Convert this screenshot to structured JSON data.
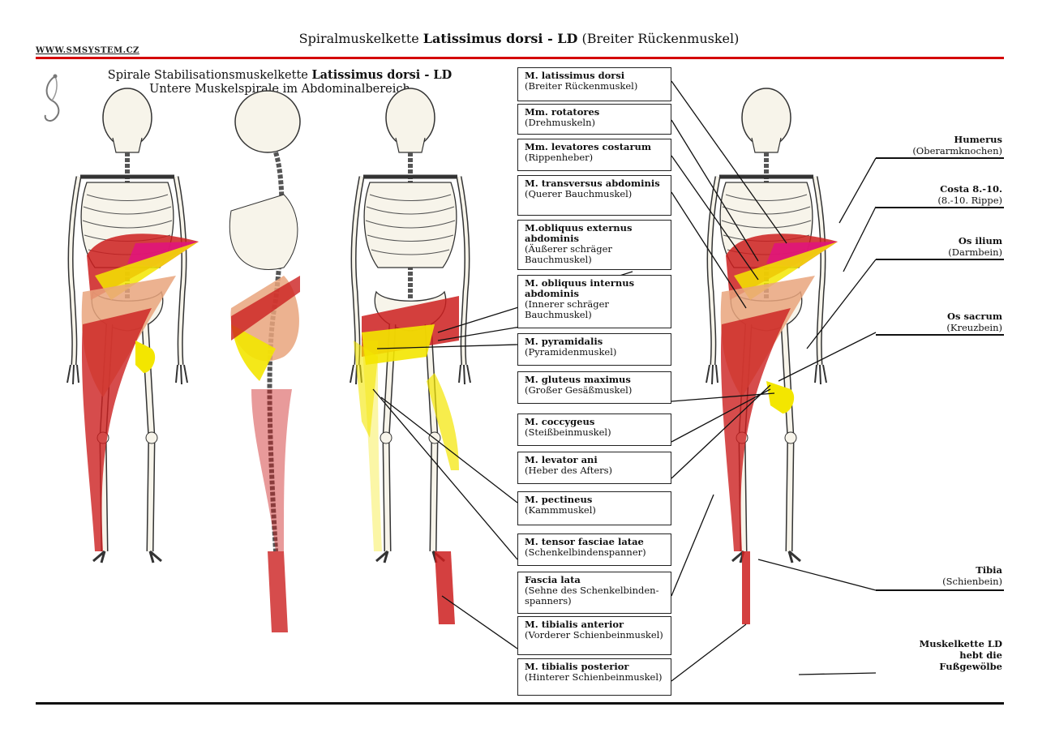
{
  "title": {
    "pre": "Spiralmuskelkette ",
    "bold": "Latissimus dorsi - LD",
    "post": " (Breiter Rückenmuskel)"
  },
  "website": "WWW.SMSYSTEM.CZ",
  "subtitle": {
    "line1_pre": "Spirale Stabilisationsmuskelkette ",
    "line1_bold": "Latissimus dorsi - LD",
    "line2": "Untere Muskelspirale im Abdominalbereich"
  },
  "muscles": [
    {
      "name": "M. latissimus dorsi",
      "desc": "(Breiter Rückenmuskel)"
    },
    {
      "name": "Mm. rotatores",
      "desc": "(Drehmuskeln)"
    },
    {
      "name": "Mm. levatores costarum",
      "desc": "(Rippenheber)"
    },
    {
      "name": "M. transversus abdominis",
      "desc": "(Querer Bauchmuskel)"
    },
    {
      "name": "M.obliquus externus abdominis",
      "desc": "(Äußerer schräger Bauchmuskel)"
    },
    {
      "name": "M. obliquus internus abdominis",
      "desc": "(Innerer schräger Bauchmuskel)"
    },
    {
      "name": "M. pyramidalis",
      "desc": "(Pyramidenmuskel)"
    },
    {
      "name": "M. gluteus maximus",
      "desc": "(Großer Gesäßmuskel)"
    },
    {
      "name": "M. coccygeus",
      "desc": "(Steißbeinmuskel)"
    },
    {
      "name": "M. levator ani",
      "desc": "(Heber des Afters)"
    },
    {
      "name": "M. pectineus",
      "desc": "(Kammmuskel)"
    },
    {
      "name": "M. tensor fasciae latae",
      "desc": "(Schenkelbindenspanner)"
    },
    {
      "name": "Fascia lata",
      "desc": "(Sehne des Schenkelbinden-spanners)"
    },
    {
      "name": "M. tibialis anterior",
      "desc": "(Vorderer Schienbeinmuskel)"
    },
    {
      "name": "M. tibialis posterior",
      "desc": "(Hinterer Schienbeinmuskel)"
    }
  ],
  "bones": [
    {
      "name": "Humerus",
      "desc": "(Oberarmknochen)"
    },
    {
      "name": "Costa 8.-10.",
      "desc": "(8.-10. Rippe)"
    },
    {
      "name": "Os ilium",
      "desc": "(Darmbein)"
    },
    {
      "name": "Os sacrum",
      "desc": "(Kreuzbein)"
    },
    {
      "name": "Tibia",
      "desc": "(Schienbein)"
    }
  ],
  "note": {
    "line1": "Muskelkette LD",
    "line2": "hebt die",
    "line3": "Fußgewölbe"
  },
  "colors": {
    "accent_rule": "#d40000",
    "muscle_red": "#cc1f1f",
    "muscle_yellow": "#f3e600",
    "muscle_magenta": "#e0157a",
    "muscle_salmon": "#e9a47c",
    "bone": "#f5f0dc"
  }
}
